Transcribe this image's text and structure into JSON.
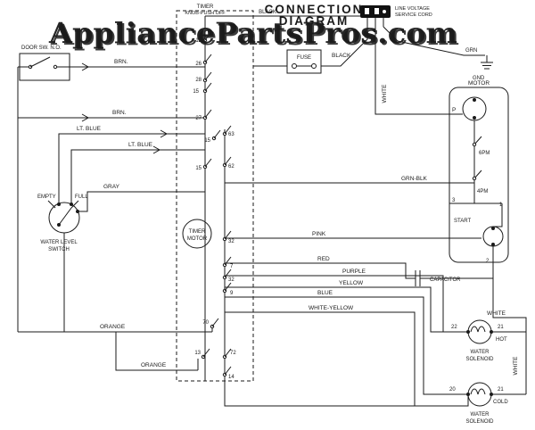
{
  "watermark": {
    "text": "AppliancePartsPros.com"
  },
  "title": {
    "line1": "CONNECTION",
    "line2": "DIAGRAM"
  },
  "service_cord": {
    "label1": "LINE VOLTAGE",
    "label2": "SERVICE CORD"
  },
  "timer": {
    "label1": "TIMER",
    "label2": "KNOB-PUSH OFF",
    "motor1": "TIMER",
    "motor2": "MOTOR",
    "contacts": {
      "c12": "12",
      "c26": "26",
      "c28": "28",
      "c15a": "15",
      "c27": "27",
      "c15b": "15",
      "c63": "63",
      "c15c": "15",
      "c62": "62",
      "c32a": "32",
      "c7": "7",
      "c32b": "32",
      "c9": "9",
      "c70": "70",
      "c13": "13",
      "c72": "72",
      "c14": "14"
    }
  },
  "door_switch": {
    "label": "DOOR SW. N.O."
  },
  "water_level_switch": {
    "empty": "EMPTY",
    "full": "FULL",
    "label1": "WATER LEVEL",
    "label2": "SWITCH"
  },
  "fuse": {
    "label": "FUSE"
  },
  "motor": {
    "grn": "GRN",
    "gnd": "GND",
    "label": "MOTOR",
    "p": "P",
    "pm6": "6PM",
    "pm4": "4PM",
    "t3": "3",
    "t1": "1",
    "t2": "2",
    "start": "START"
  },
  "capacitor": {
    "label": "CAPACITOR"
  },
  "solenoid_hot": {
    "t22": "22",
    "t21": "21",
    "name": "HOT",
    "label1": "WATER",
    "label2": "SOLENOID"
  },
  "solenoid_cold": {
    "t20": "20",
    "t21": "21",
    "name": "COLD",
    "label1": "WATER",
    "label2": "SOLENOID"
  },
  "wires": {
    "brn1": "BRN.",
    "brn2": "BRN.",
    "ltblue1": "LT. BLUE",
    "ltblue2": "LT. BLUE",
    "gray": "GRAY",
    "orange1": "ORANGE",
    "orange2": "ORANGE",
    "black1": "BLACK",
    "black2": "BLACK",
    "white_top": "WHITE",
    "grnblk": "GRN-BLK",
    "pink": "PINK",
    "red": "RED",
    "purple": "PURPLE",
    "yellow": "YELLOW",
    "blue": "BLUE",
    "white_yellow": "WHITE-YELLOW",
    "white_right": "WHITE",
    "white_solenoid": "WHITE"
  },
  "colors": {
    "line": "#1a1a1a",
    "watermark_red": "#c4272e",
    "watermark_shadow": "#8f8f8f"
  }
}
